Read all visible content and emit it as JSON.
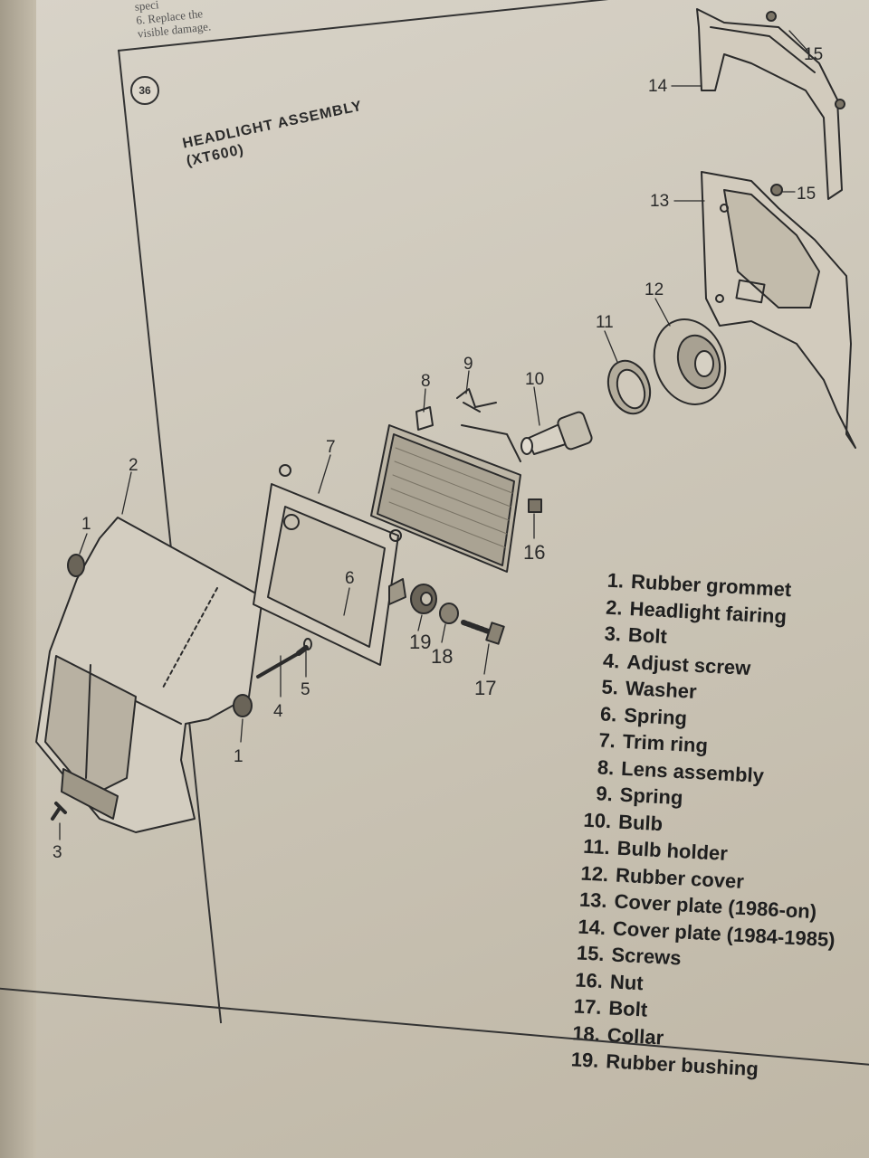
{
  "header_fragment": {
    "line1": "speci",
    "line2": "6. Replace the",
    "line3": "visible damage."
  },
  "figure": {
    "number": "36",
    "title_line1": "HEADLIGHT ASSEMBLY",
    "title_line2": "(XT600)"
  },
  "callouts": [
    "1",
    "2",
    "3",
    "4",
    "5",
    "6",
    "7",
    "8",
    "9",
    "10",
    "11",
    "12",
    "13",
    "14",
    "15",
    "16",
    "17",
    "18",
    "19"
  ],
  "legend": [
    {
      "num": "1.",
      "text": "Rubber grommet"
    },
    {
      "num": "2.",
      "text": "Headlight fairing"
    },
    {
      "num": "3.",
      "text": "Bolt"
    },
    {
      "num": "4.",
      "text": "Adjust screw"
    },
    {
      "num": "5.",
      "text": "Washer"
    },
    {
      "num": "6.",
      "text": "Spring"
    },
    {
      "num": "7.",
      "text": "Trim ring"
    },
    {
      "num": "8.",
      "text": "Lens assembly"
    },
    {
      "num": "9.",
      "text": "Spring"
    },
    {
      "num": "10.",
      "text": "Bulb"
    },
    {
      "num": "11.",
      "text": "Bulb holder"
    },
    {
      "num": "12.",
      "text": "Rubber cover"
    },
    {
      "num": "13.",
      "text": "Cover plate (1986-on)"
    },
    {
      "num": "14.",
      "text": "Cover plate (1984-1985)"
    },
    {
      "num": "15.",
      "text": "Screws"
    },
    {
      "num": "16.",
      "text": "Nut"
    },
    {
      "num": "17.",
      "text": "Bolt"
    },
    {
      "num": "18.",
      "text": "Collar"
    },
    {
      "num": "19.",
      "text": "Rubber bushing"
    }
  ]
}
